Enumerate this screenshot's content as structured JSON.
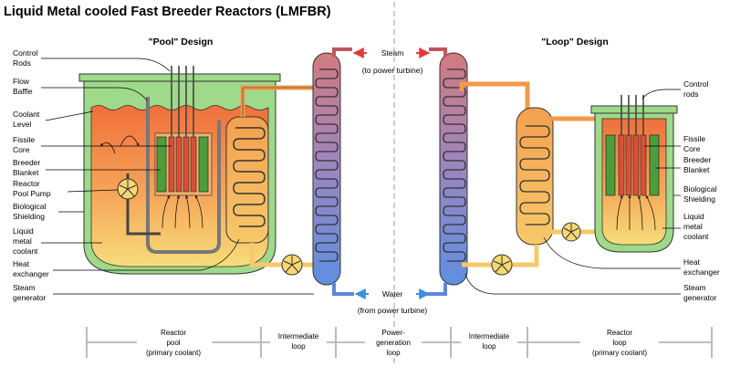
{
  "title": "Liquid Metal cooled Fast Breeder Reactors (LMFBR)",
  "pool": {
    "heading": "\"Pool\" Design",
    "labels": [
      [
        "Control",
        "Rods"
      ],
      [
        "Flow",
        "Baffle"
      ],
      [
        "Coolant",
        "Level"
      ],
      [
        "Fissile",
        "Core"
      ],
      [
        "Breeder",
        "Blanket"
      ],
      [
        "Reactor",
        "Pool Pump"
      ],
      [
        "Biological",
        "Shielding"
      ],
      [
        "Liquid",
        "metal",
        "coolant"
      ],
      [
        "Heat",
        "exchanger"
      ],
      [
        "Steam",
        "generator"
      ]
    ]
  },
  "loop": {
    "heading": "\"Loop\" Design",
    "labels": [
      [
        "Control",
        "rods"
      ],
      [
        "Fissile",
        "Core"
      ],
      [
        "Breeder",
        "Blanket"
      ],
      [
        "Biological",
        "Shielding"
      ],
      [
        "Liquid",
        "metal",
        "coolant"
      ],
      [
        "Heat",
        "exchanger"
      ],
      [
        "Steam",
        "generator"
      ]
    ]
  },
  "center": {
    "steam": "Steam",
    "steam_note": "(to power turbine)",
    "water": "Water",
    "water_note": "(from power turbine)"
  },
  "bottom_sections": [
    [
      "Reactor",
      "pool",
      "(primary coolant)"
    ],
    [
      "Intermediate",
      "loop"
    ],
    [
      "Power-",
      "generation",
      "loop"
    ],
    [
      "Intermediate",
      "loop"
    ],
    [
      "Reactor",
      "loop",
      "(primary coolant)"
    ]
  ],
  "colors": {
    "steam_arrow": "#e23a3a",
    "water_arrow": "#3b8fe0",
    "shield_green": "#9fd98a",
    "core_red": "#d9503a",
    "blanket_green": "#4d9e3a",
    "hx_orange": "#f4b45e",
    "sg_top": "#c97a8e",
    "sg_bottom": "#5f86d8"
  }
}
